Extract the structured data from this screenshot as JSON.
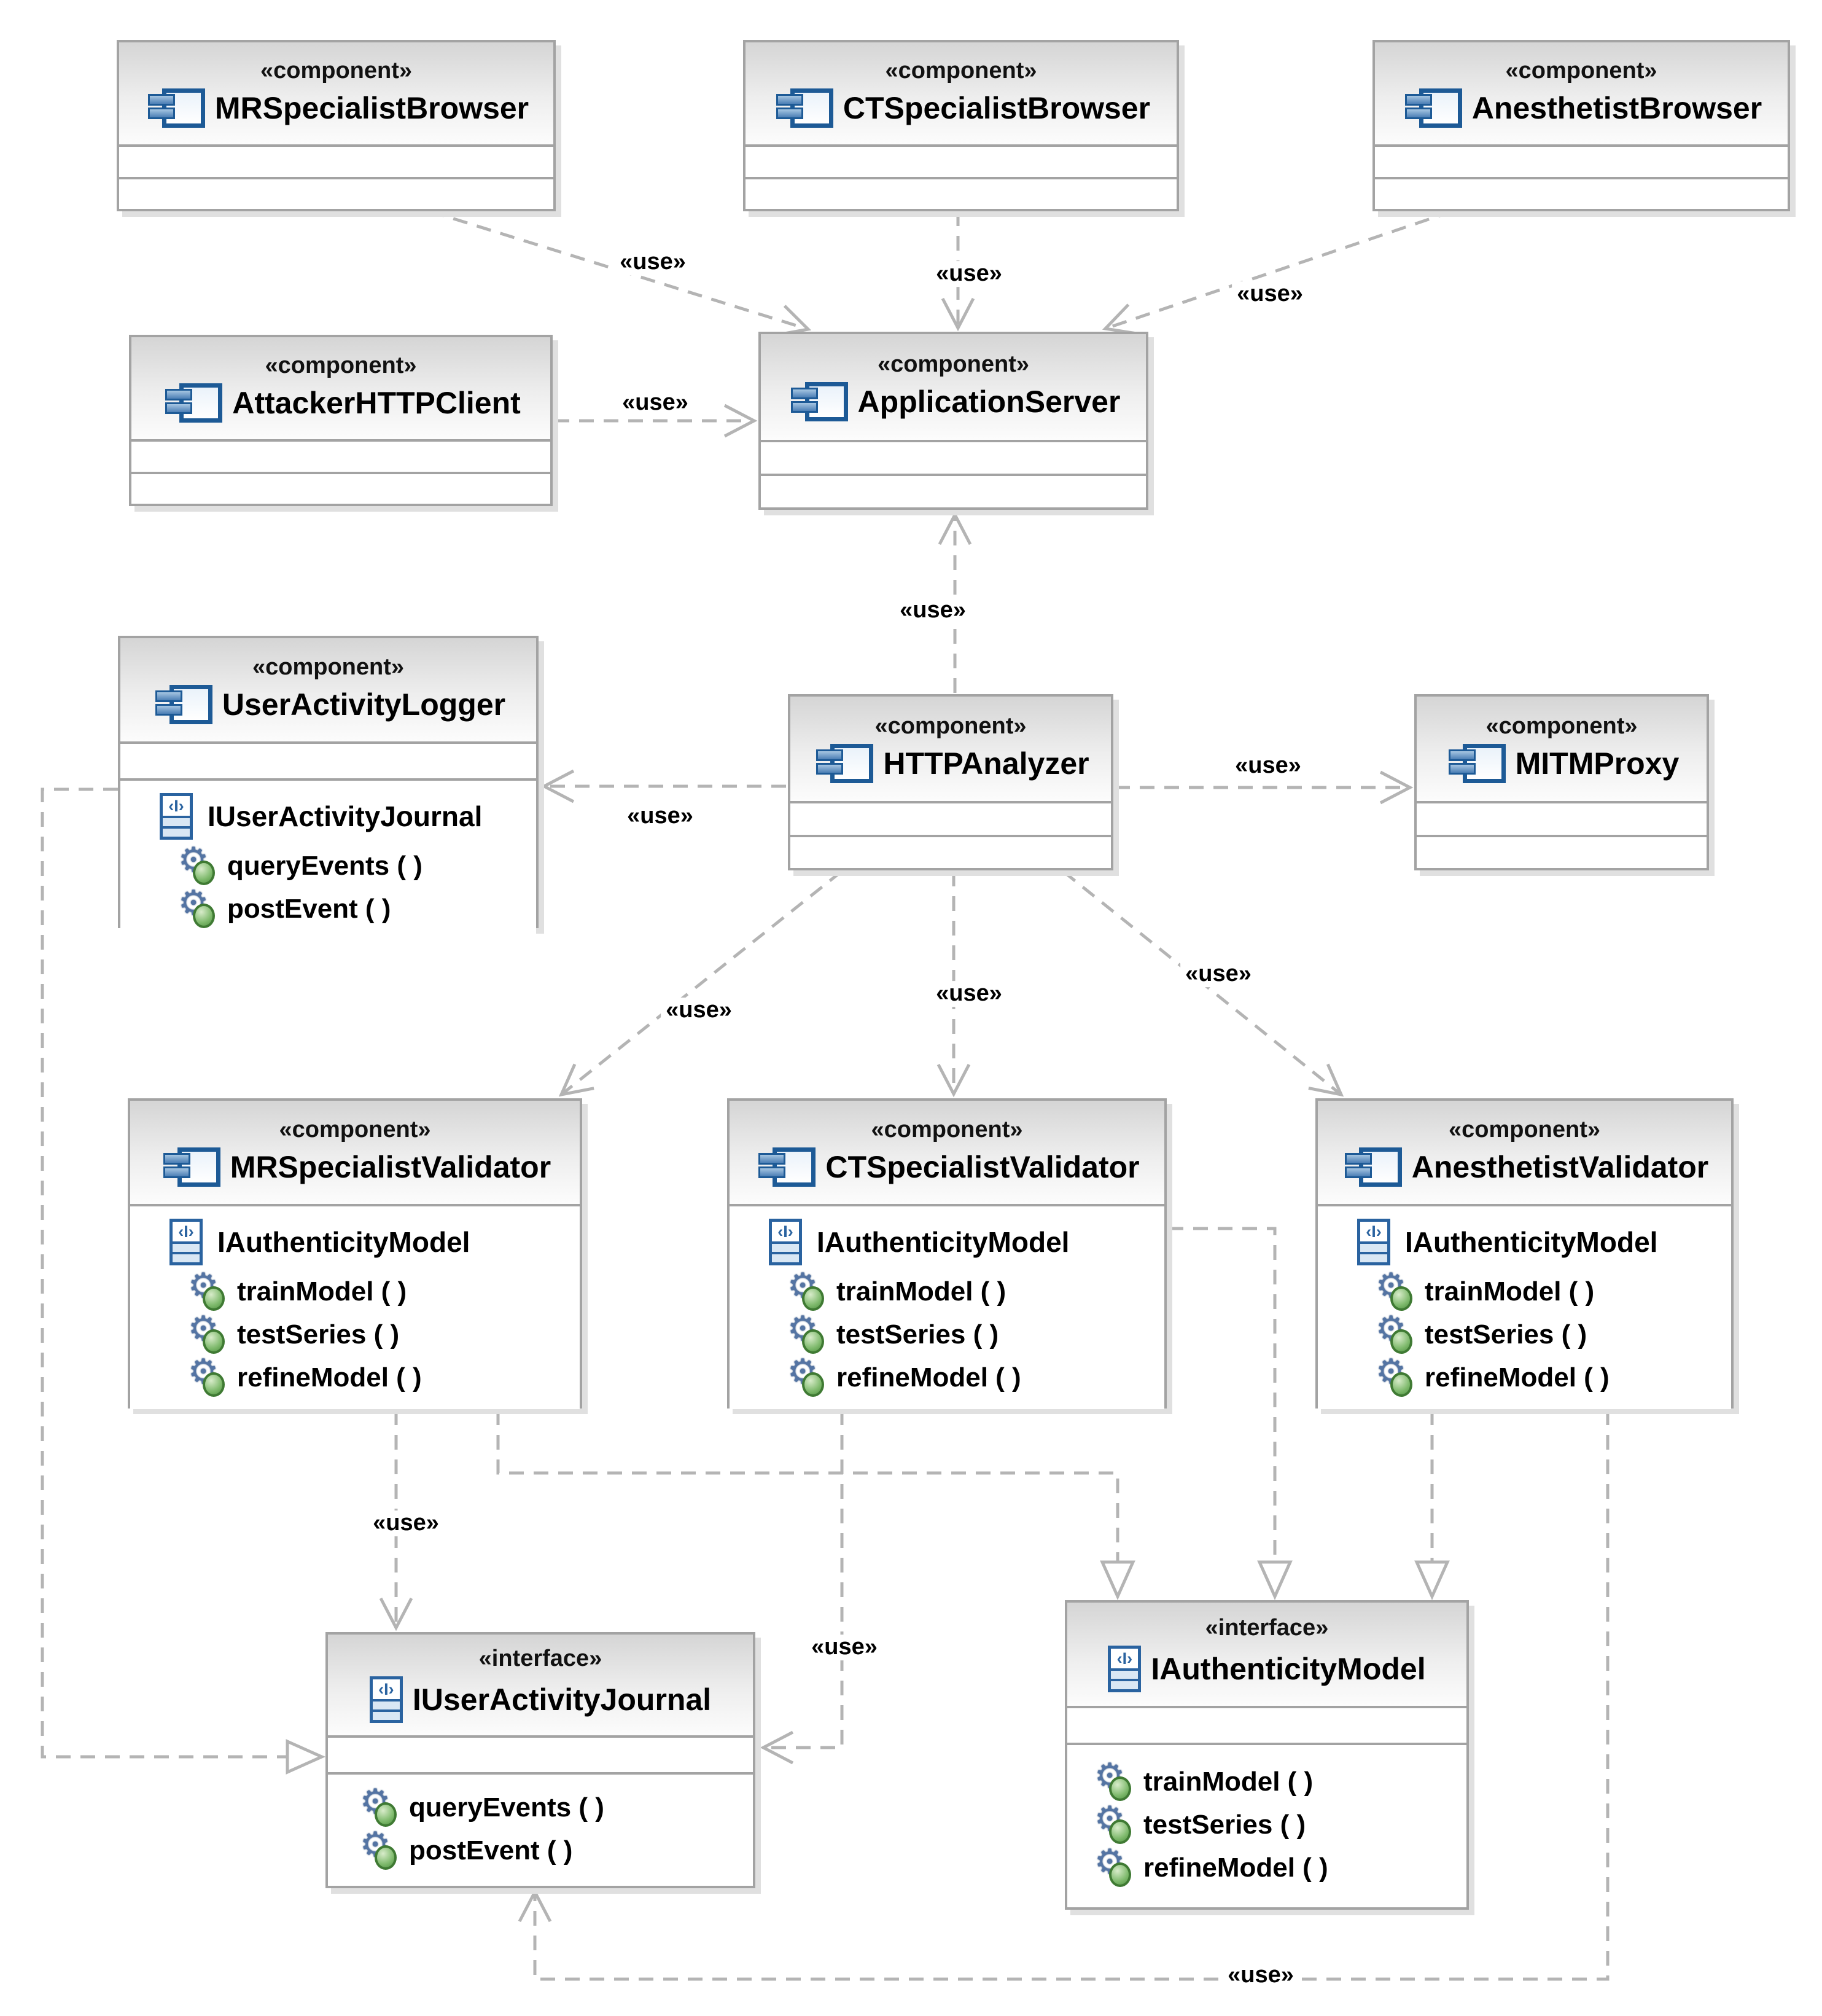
{
  "icons": {
    "interface_glyph": "‹I›",
    "gear_glyph": "⚙"
  },
  "labels": {
    "use": "«use»"
  },
  "nodes": {
    "mr_browser": {
      "stereotype": "«component»",
      "name": "MRSpecialistBrowser"
    },
    "ct_browser": {
      "stereotype": "«component»",
      "name": "CTSpecialistBrowser"
    },
    "an_browser": {
      "stereotype": "«component»",
      "name": "AnesthetistBrowser"
    },
    "attacker": {
      "stereotype": "«component»",
      "name": "AttackerHTTPClient"
    },
    "app_server": {
      "stereotype": "«component»",
      "name": "ApplicationServer"
    },
    "logger": {
      "stereotype": "«component»",
      "name": "UserActivityLogger",
      "interface": "IUserActivityJournal",
      "ops": [
        "queryEvents ( )",
        "postEvent ( )"
      ]
    },
    "analyzer": {
      "stereotype": "«component»",
      "name": "HTTPAnalyzer"
    },
    "mitm": {
      "stereotype": "«component»",
      "name": "MITMProxy"
    },
    "mr_validator": {
      "stereotype": "«component»",
      "name": "MRSpecialistValidator",
      "interface": "IAuthenticityModel",
      "ops": [
        "trainModel ( )",
        "testSeries ( )",
        "refineModel ( )"
      ]
    },
    "ct_validator": {
      "stereotype": "«component»",
      "name": "CTSpecialistValidator",
      "interface": "IAuthenticityModel",
      "ops": [
        "trainModel ( )",
        "testSeries ( )",
        "refineModel ( )"
      ]
    },
    "an_validator": {
      "stereotype": "«component»",
      "name": "AnesthetistValidator",
      "interface": "IAuthenticityModel",
      "ops": [
        "trainModel ( )",
        "testSeries ( )",
        "refineModel ( )"
      ]
    },
    "journal_if": {
      "stereotype": "«interface»",
      "name": "IUserActivityJournal",
      "ops": [
        "queryEvents ( )",
        "postEvent ( )"
      ]
    },
    "auth_if": {
      "stereotype": "«interface»",
      "name": "IAuthenticityModel",
      "ops": [
        "trainModel ( )",
        "testSeries ( )",
        "refineModel ( )"
      ]
    }
  }
}
